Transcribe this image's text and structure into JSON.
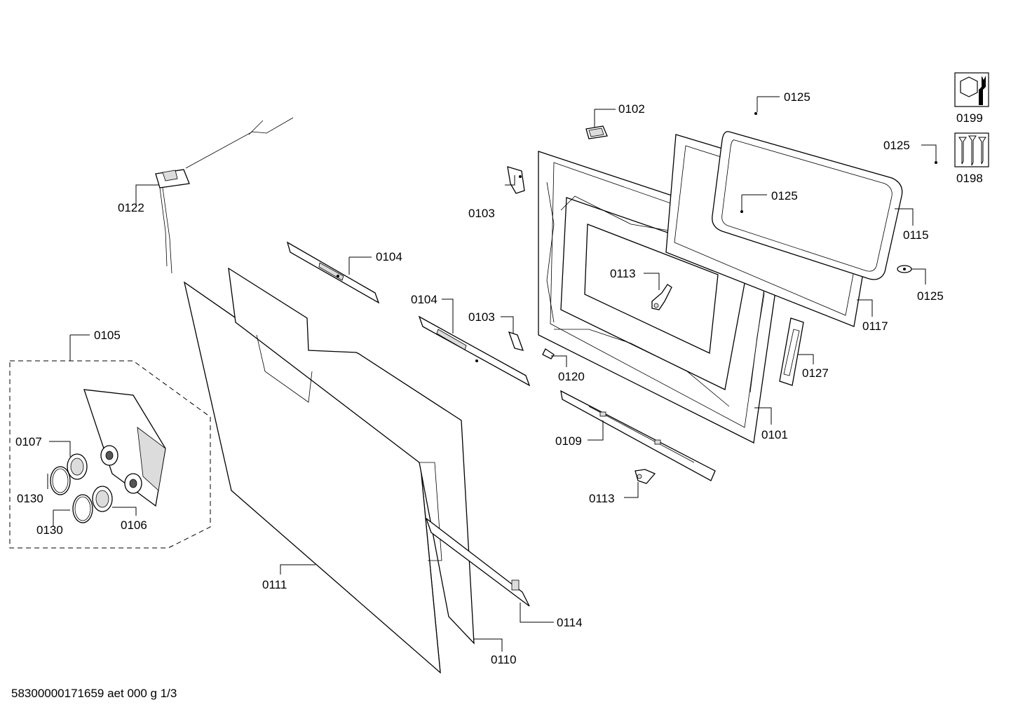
{
  "footer": {
    "document_id": "58300000171659 aet 000 g 1/3"
  },
  "callouts": {
    "c0101": "0101",
    "c0102": "0102",
    "c0103a": "0103",
    "c0103b": "0103",
    "c0104a": "0104",
    "c0104b": "0104",
    "c0105": "0105",
    "c0106": "0106",
    "c0107": "0107",
    "c0109": "0109",
    "c0110": "0110",
    "c0111": "0111",
    "c0113a": "0113",
    "c0113b": "0113",
    "c0114": "0114",
    "c0115": "0115",
    "c0117": "0117",
    "c0120": "0120",
    "c0122": "0122",
    "c0125a": "0125",
    "c0125b": "0125",
    "c0125c": "0125",
    "c0125d": "0125",
    "c0127": "0127",
    "c0130a": "0130",
    "c0130b": "0130",
    "c0198": "0198",
    "c0199": "0199"
  },
  "icons": {
    "tools": "wrench-nut-icon",
    "screws": "screws-icon"
  }
}
